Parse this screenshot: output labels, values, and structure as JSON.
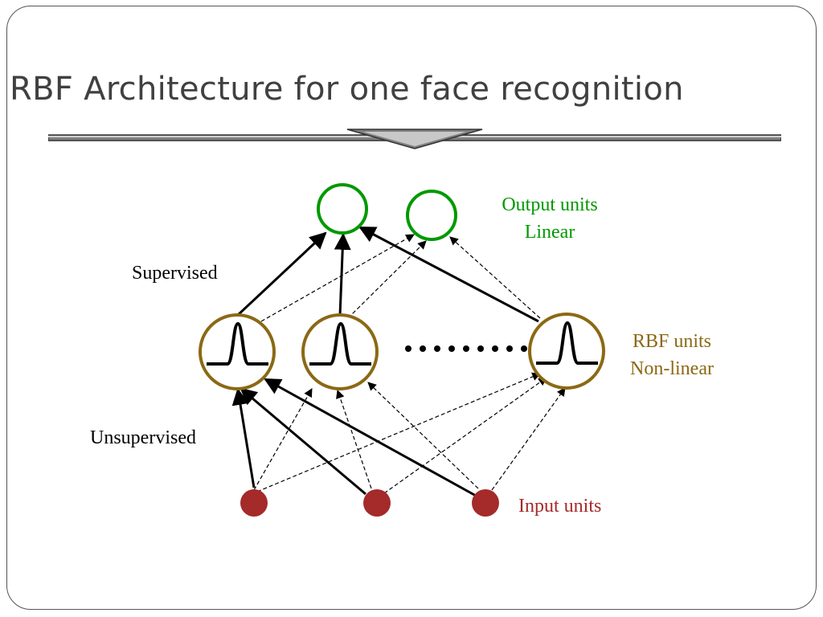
{
  "slide": {
    "title": "RBF Architecture for one face recognition"
  },
  "labels": {
    "output_line1": "Output units",
    "output_line2": "Linear",
    "rbf_line1": "RBF units",
    "rbf_line2": "Non-linear",
    "input": "Input units",
    "supervised": "Supervised",
    "unsupervised": "Unsupervised"
  },
  "colors": {
    "output": "#009900",
    "rbf": "#8B6914",
    "input": "#A52A2A",
    "edge": "#000000",
    "title": "#404040"
  }
}
